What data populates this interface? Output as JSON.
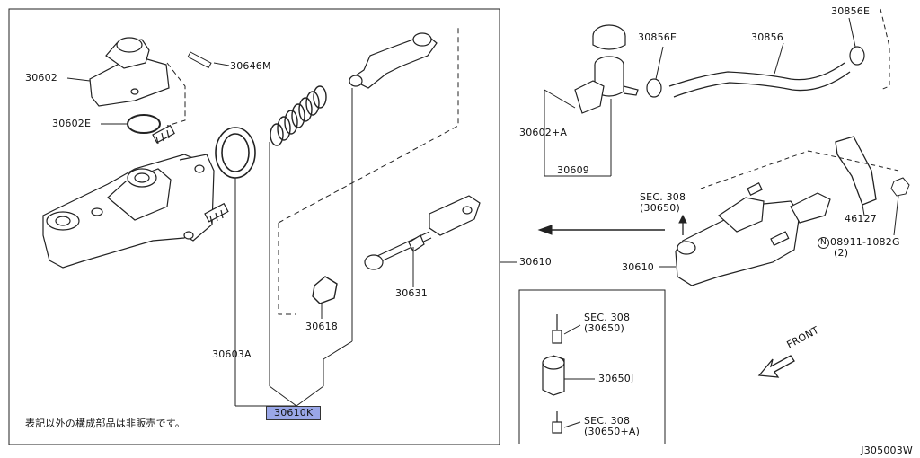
{
  "labels": {
    "p30602": "30602",
    "p30646M": "30646M",
    "p30602E": "30602E",
    "p30603A": "30603A",
    "p30618": "30618",
    "p30631": "30631",
    "p30610K": "30610K",
    "p30610_right": "30610",
    "p30856E_a": "30856E",
    "p30856": "30856",
    "p30856E_b": "30856E",
    "p30602A": "30602+A",
    "p30609": "30609",
    "sec308_a": "SEC. 308",
    "sec308_a_sub": "(30650)",
    "p46127": "46127",
    "p08911": "08911-1082G",
    "p08911_qty": "(2)",
    "p30610_ref": "30610",
    "sec308_b": "SEC. 308",
    "sec308_b_sub": "(30650)",
    "p30650J": "30650J",
    "sec308_c": "SEC. 308",
    "sec308_c_sub": "(30650+A)",
    "front": "FRONT",
    "nut_symbol": "N"
  },
  "note": "表記以外の構成部品は非販売です。",
  "diagram_code": "J305003W",
  "colors": {
    "highlight": "#9aa7e8",
    "line": "#222222"
  }
}
